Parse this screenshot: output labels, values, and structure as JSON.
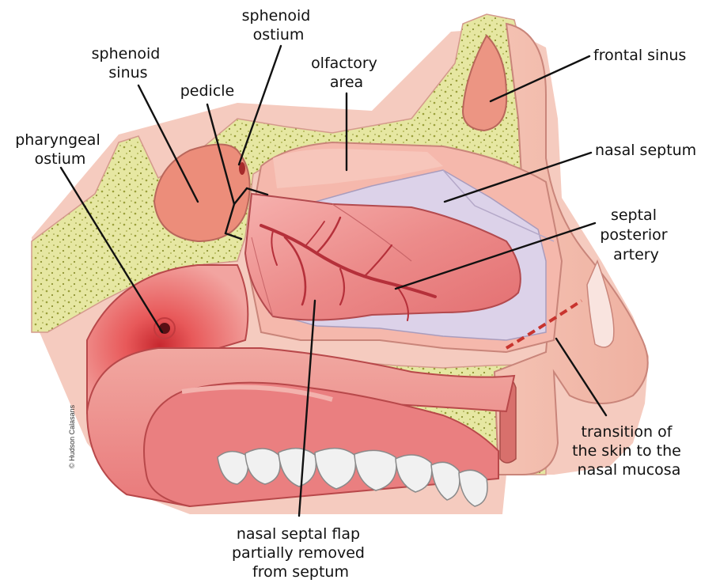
{
  "labels": {
    "sphenoid_ostium": [
      "sphenoid",
      "ostium"
    ],
    "sphenoid_sinus": [
      "sphenoid",
      "sinus"
    ],
    "pedicle": [
      "pedicle"
    ],
    "olfactory_area": [
      "olfactory",
      "area"
    ],
    "frontal_sinus": [
      "frontal sinus"
    ],
    "pharyngeal_ostium": [
      "pharyngeal",
      "ostium"
    ],
    "nasal_septum": [
      "nasal septum"
    ],
    "septal_posterior_artery": [
      "septal",
      "posterior",
      "artery"
    ],
    "transition": [
      "transition of",
      "the skin to the",
      "nasal mucosa"
    ],
    "septal_flap": [
      "nasal septal flap",
      "partially removed",
      "from septum"
    ]
  },
  "credit": "© Hudson Calasans",
  "colors": {
    "bone": "#e6e7a2",
    "bone_dots": "#9a9f3a",
    "skin": "#f3b9a8",
    "mucosa": "#e97e7a",
    "mucosa_dark": "#d9534f",
    "flap": "#ef8f8f",
    "septum_lilac": "#d6cde6",
    "vessel": "#b5303a",
    "teeth": "#eeeeee",
    "incision": "#c8342e",
    "lines": "#111111"
  }
}
